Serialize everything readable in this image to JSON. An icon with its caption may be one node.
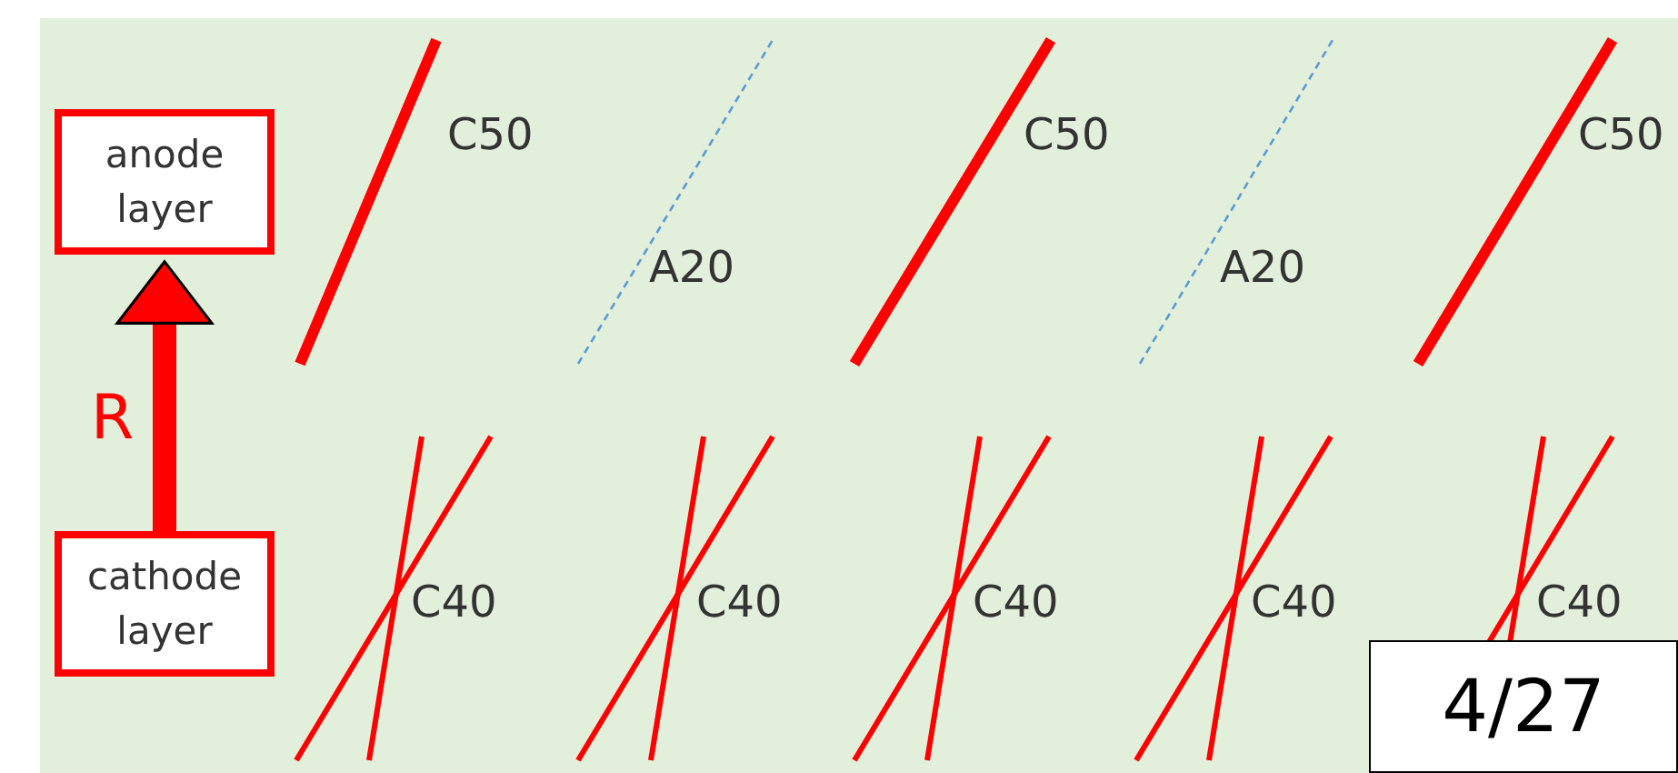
{
  "diagram": {
    "nodes": [
      {
        "text": [
          "anode layer"
        ]
      },
      {
        "text": [
          "cathode layer"
        ]
      },
      {
        "text": [
          "4/27"
        ]
      }
    ],
    "edges": [
      {
        "from": 1,
        "to": 0,
        "arrow": "to",
        "label": "R"
      }
    ],
    "labels": [
      "C50",
      "C50",
      "C50",
      "A20",
      "A20",
      "C40",
      "C40",
      "C40",
      "C40",
      "C40"
    ]
  }
}
